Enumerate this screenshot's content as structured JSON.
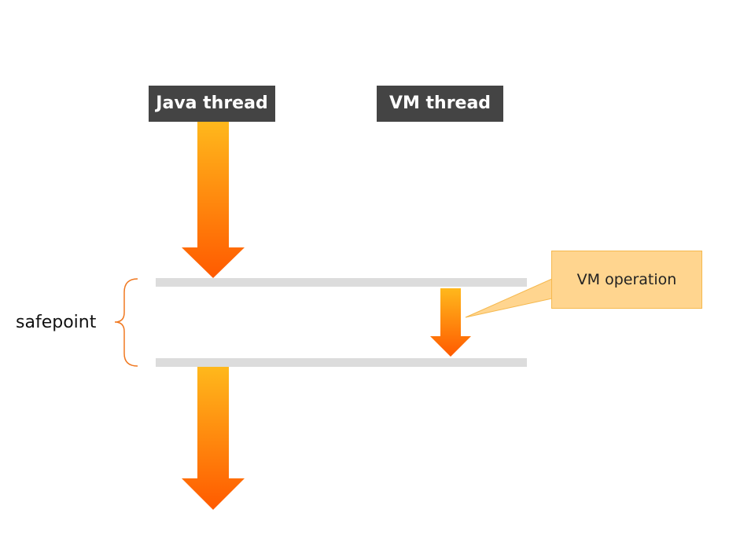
{
  "threads": {
    "java": "Java thread",
    "vm": "VM thread"
  },
  "safepoint_label": "safepoint",
  "callout_text": "VM operation",
  "colors": {
    "label_bg": "#444444",
    "arrow_top": "#ffb81c",
    "arrow_bottom": "#ff5a00",
    "bar": "#dcdcdc",
    "callout_fill": "#ffd58f",
    "callout_border": "#f5b84d",
    "brace": "#f07820"
  }
}
